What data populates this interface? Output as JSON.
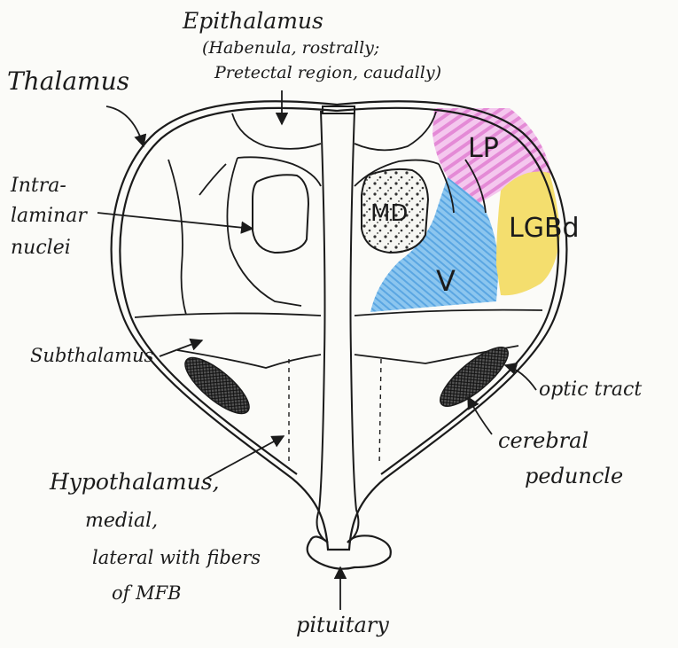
{
  "labels": {
    "thalamus": "Thalamus",
    "epithalamus_title": "Epithalamus",
    "epithalamus_line2": "(Habenula, rostrally;",
    "epithalamus_line3": "Pretectal region, caudally)",
    "intralaminar_line1": "Intra-",
    "intralaminar_line2": "laminar",
    "intralaminar_line3": "nuclei",
    "subthalamus": "Subthalamus",
    "hypothalamus_line1": "Hypothalamus,",
    "hypothalamus_line2": "medial,",
    "hypothalamus_line3": "lateral with fibers",
    "hypothalamus_line4": "of MFB",
    "pituitary": "pituitary",
    "optic_tract": "optic tract",
    "cerebral_line1": "cerebral",
    "cerebral_line2": "peduncle"
  },
  "regions": {
    "md": "MD",
    "lp": "LP",
    "v": "V",
    "lgbd": "LGBd"
  },
  "colors": {
    "ink": "#1b1b1b",
    "lp_pink": "#e48ad6",
    "v_blue": "#6fb4e8",
    "lgb_yellow": "#f4de6e",
    "md_fill": "#f6f6f2",
    "paper": "#fbfbf8"
  }
}
